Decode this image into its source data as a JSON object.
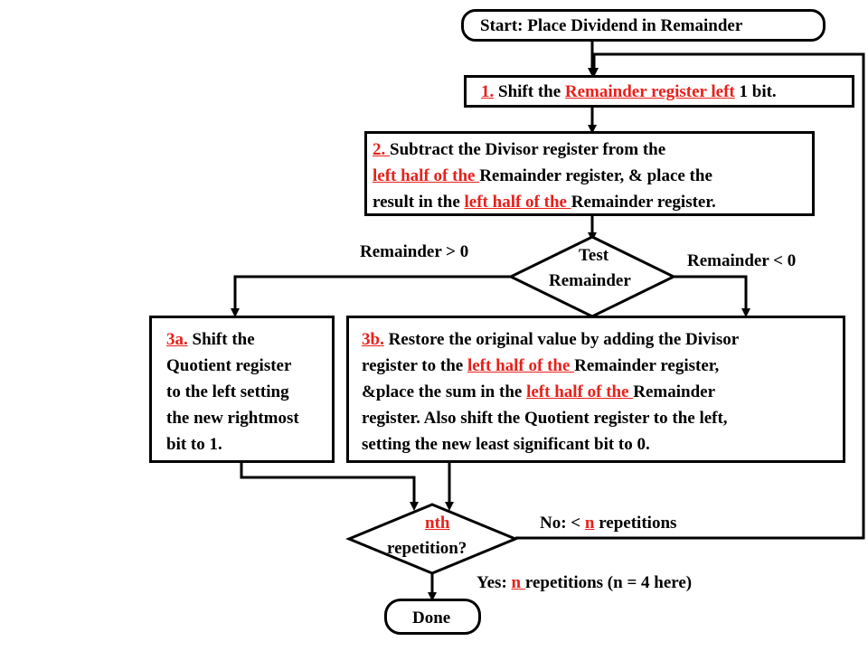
{
  "start": {
    "text": "Start: Place Dividend in Remainder"
  },
  "step1": {
    "num": "1.",
    "a": " Shift the ",
    "red": "Remainder register left",
    "b": " 1 bit."
  },
  "step2": {
    "line1": {
      "num": "2. ",
      "a": "Subtract the Divisor register from the"
    },
    "line2": {
      "red": "left half of the ",
      "a": "Remainder register, & place the"
    },
    "line3": {
      "a": "result in the ",
      "red": "left half of the ",
      "b": "Remainder register."
    }
  },
  "test": {
    "line1": "Test",
    "line2": "Remainder"
  },
  "branch": {
    "gt": "Remainder > 0",
    "lt": "Remainder < 0"
  },
  "step3a": {
    "num": "3a.",
    "line1": " Shift the",
    "line2": "Quotient register",
    "line3": "to the left setting",
    "line4": "the new rightmost",
    "line5": " bit to 1."
  },
  "step3b": {
    "line1": {
      "num": "3b.",
      "a": " Restore the original value by adding the Divisor"
    },
    "line2": {
      "a": "register to the ",
      "red": "left half of the ",
      "b": "Remainder register,"
    },
    "line3": {
      "a": "&place the sum in the ",
      "red": "left half of the ",
      "b": "Remainder"
    },
    "line4": {
      "a": "register. Also shift the Quotient register to the left,"
    },
    "line5": {
      "a": "setting the new least significant bit to 0."
    }
  },
  "repeat": {
    "line1": "nth",
    "line2": "repetition?"
  },
  "no": {
    "a": "No: < ",
    "red": "n",
    "b": " repetitions"
  },
  "yes": {
    "a": "Yes: ",
    "red": "n ",
    "b": "repetitions (n = 4 here)"
  },
  "done": {
    "text": "Done"
  }
}
